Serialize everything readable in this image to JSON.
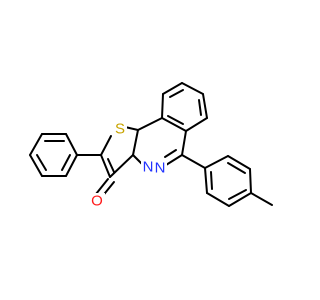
{
  "molecule": {
    "atoms": [
      {
        "label": "S",
        "color": "#c8a400"
      },
      {
        "label": "N",
        "color": "#2233ff"
      },
      {
        "label": "N",
        "color": "#2233ff"
      },
      {
        "label": "O",
        "color": "#ff1a1a"
      }
    ]
  }
}
